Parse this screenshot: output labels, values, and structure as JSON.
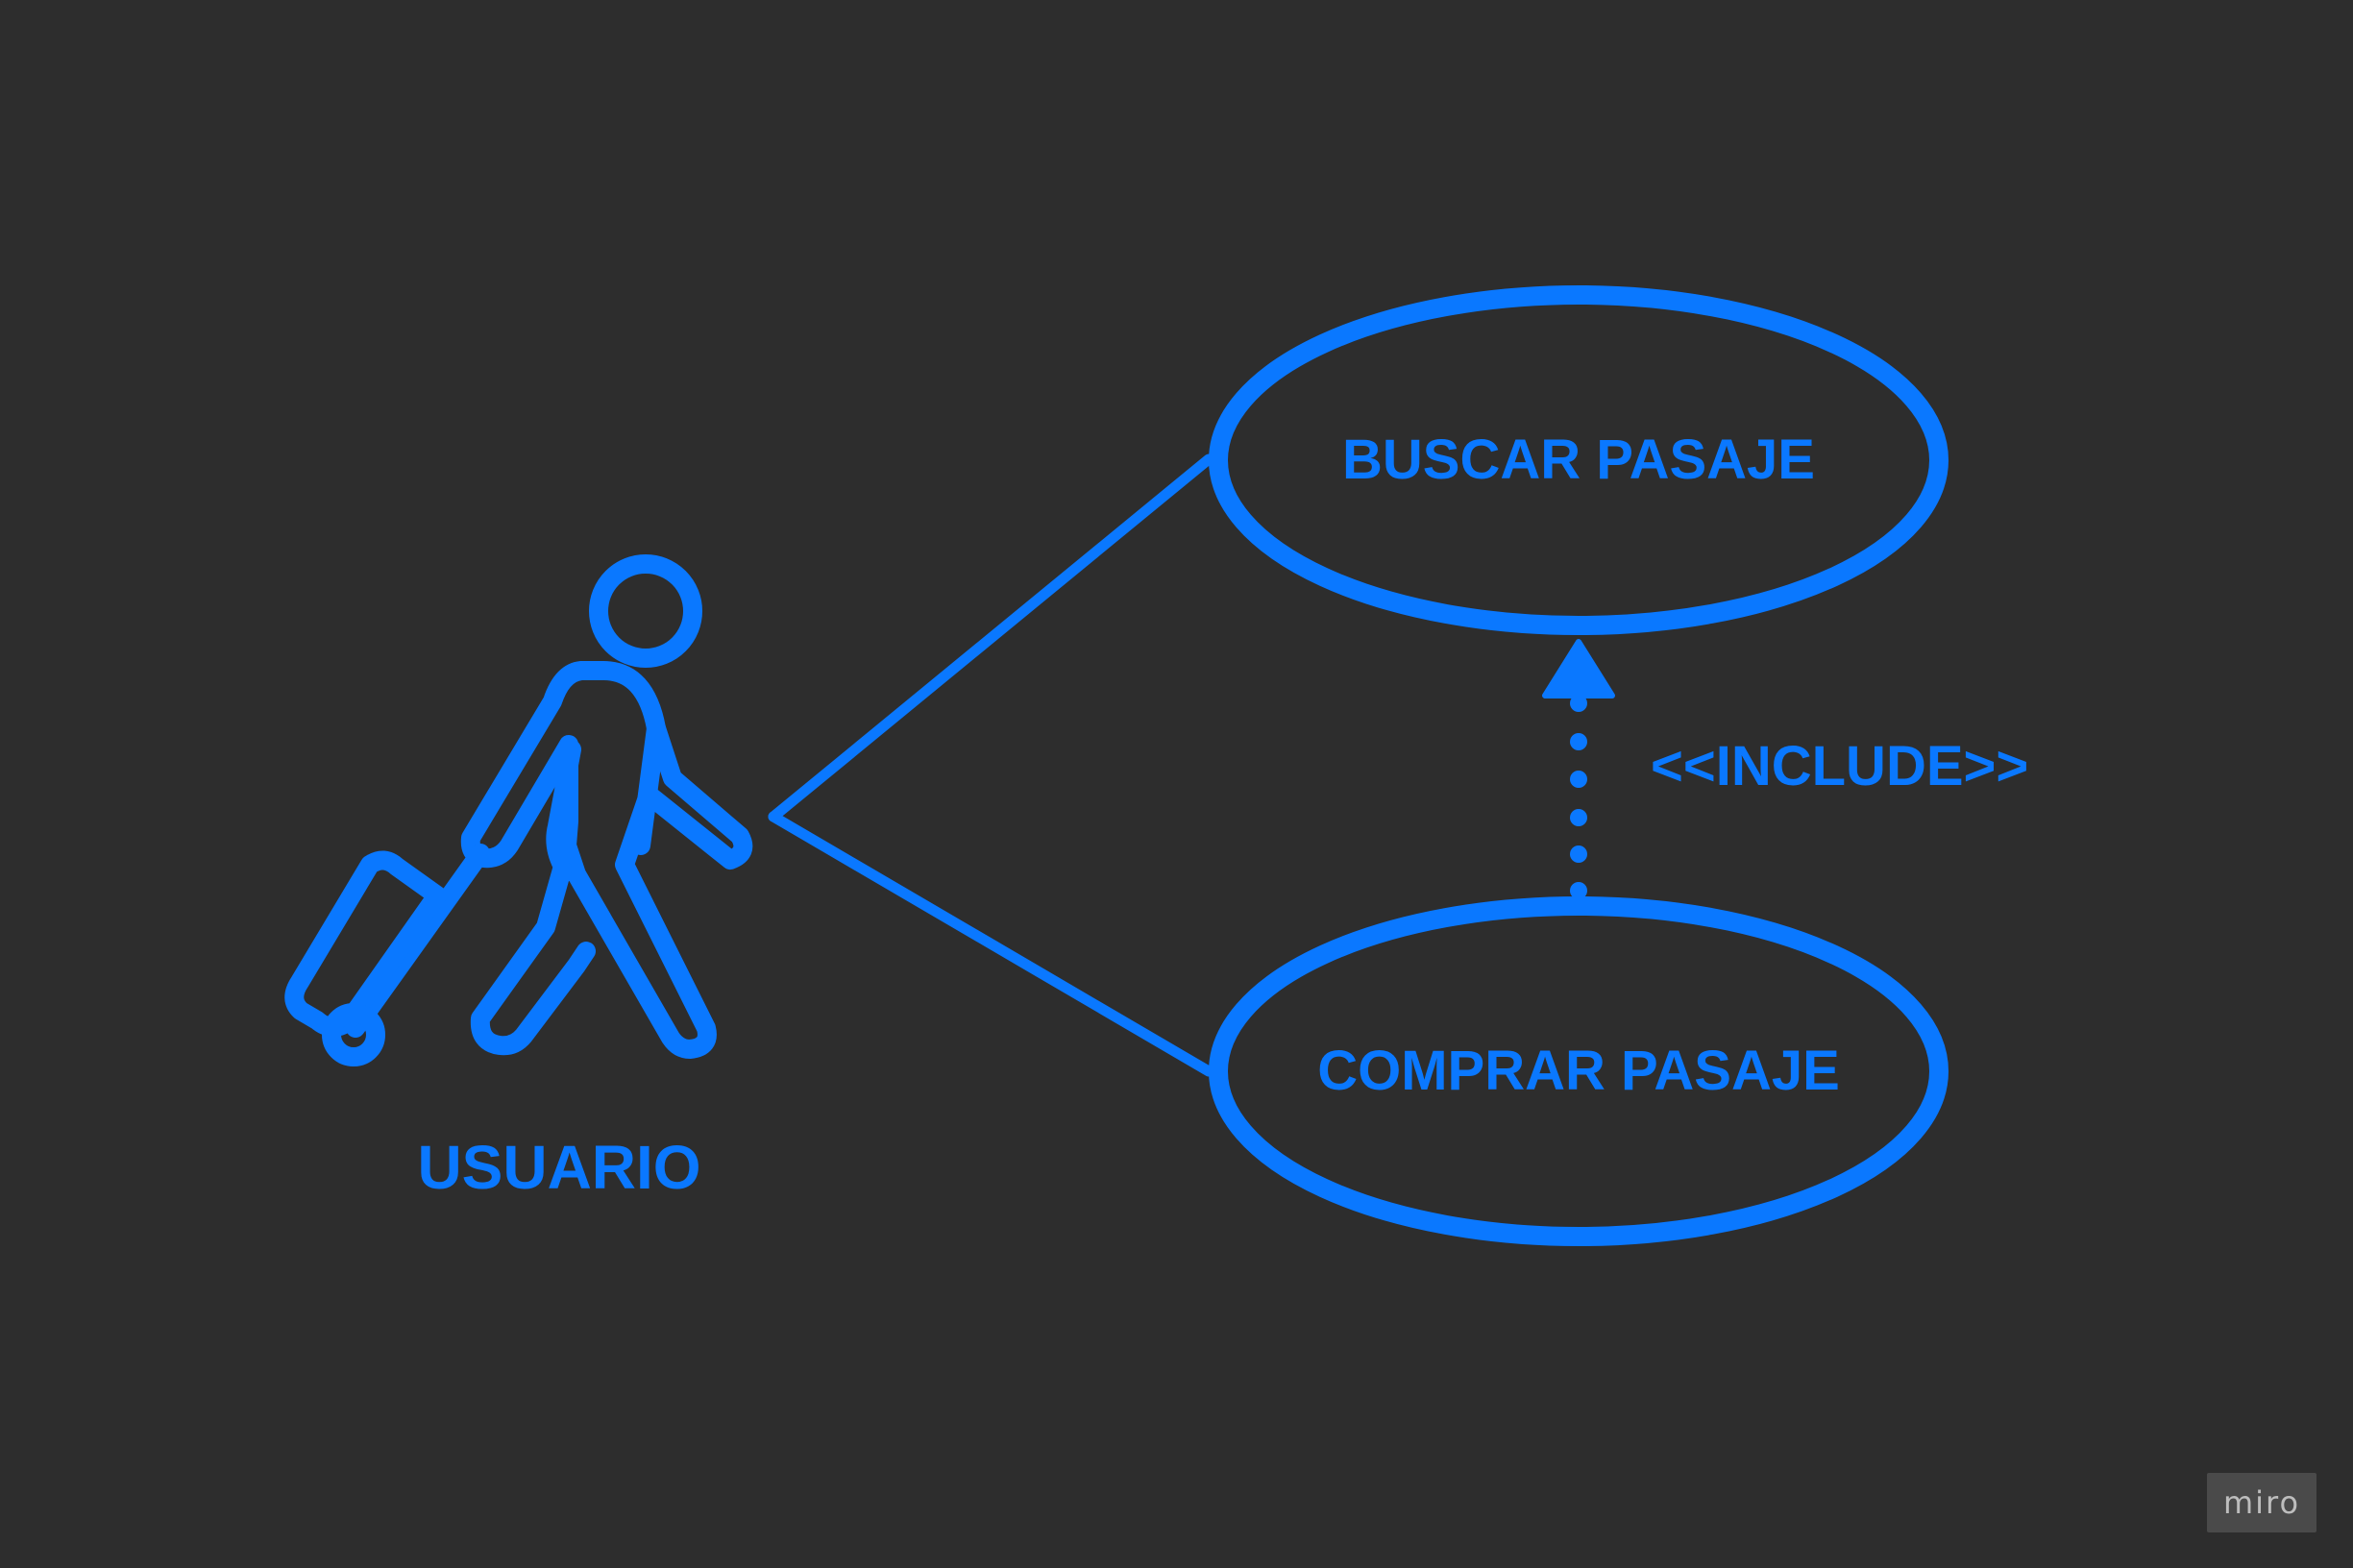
{
  "diagram": {
    "type": "uml-use-case",
    "accent_color": "#0a78ff",
    "background_color": "#2d2d2d",
    "actor": {
      "icon": "traveler-with-suitcase-icon",
      "label": "USUARIO"
    },
    "use_cases": [
      {
        "id": "buscar",
        "label": "BUSCAR PASAJE"
      },
      {
        "id": "comprar",
        "label": "COMPRAR PASAJE"
      }
    ],
    "associations": [
      {
        "from": "actor",
        "to": "buscar"
      },
      {
        "from": "actor",
        "to": "comprar"
      }
    ],
    "relation": {
      "type": "include",
      "from": "comprar",
      "to": "buscar",
      "label": "<<INCLUDE>>",
      "style": "dotted-arrow"
    }
  },
  "watermark": {
    "text": "miro"
  }
}
